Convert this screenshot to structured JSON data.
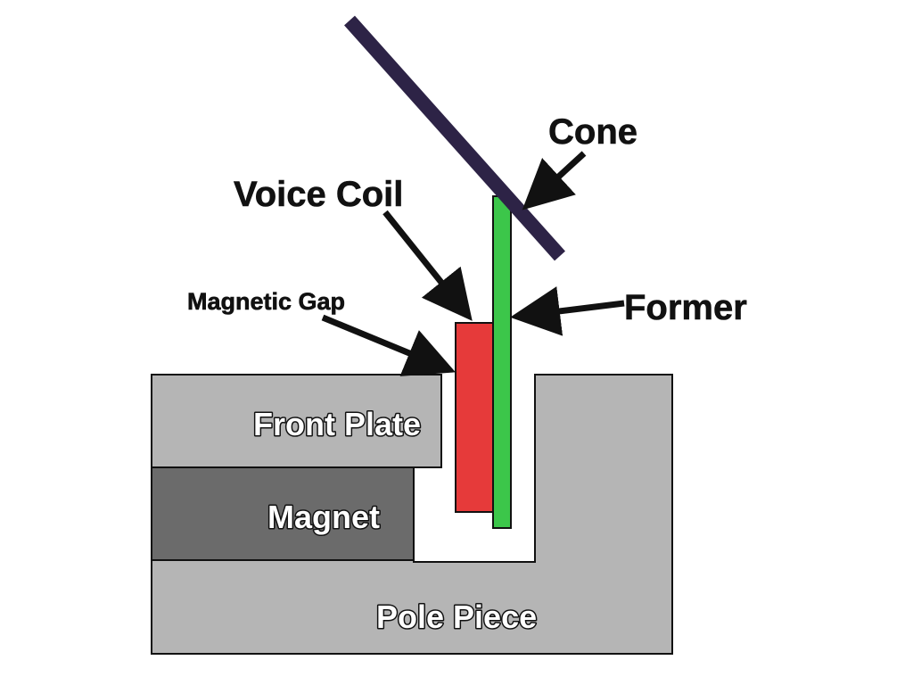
{
  "colors": {
    "background": "#ffffff",
    "front_plate": "#b5b5b5",
    "magnet": "#6b6b6b",
    "pole_piece": "#b5b5b5",
    "voice_coil": "#e63a3a",
    "former": "#3cc64a",
    "cone": "#2d2346",
    "outline": "#111111"
  },
  "labels": {
    "cone": "Cone",
    "voice_coil": "Voice Coil",
    "magnetic_gap": "Magnetic Gap",
    "former": "Former",
    "front_plate": "Front Plate",
    "magnet": "Magnet",
    "pole_piece": "Pole Piece"
  }
}
